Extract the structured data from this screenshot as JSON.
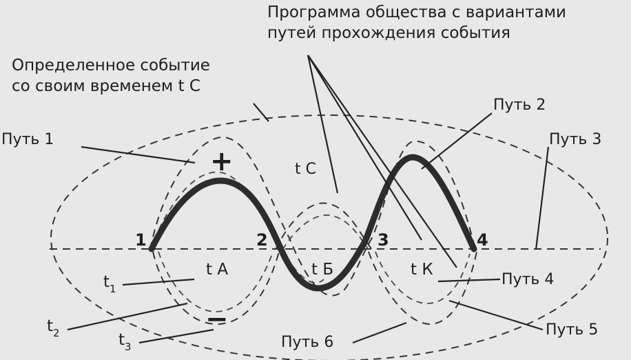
{
  "labels": {
    "program": [
      "Программа общества с вариантами",
      "путей прохождения события"
    ],
    "event": [
      "Определенное событие",
      "со своим временем t С"
    ],
    "path1": "Путь 1",
    "path2": "Путь 2",
    "path3": "Путь 3",
    "path4": "Путь 4",
    "path5": "Путь 5",
    "path6": "Путь 6",
    "tC": "t С",
    "tA": "t А",
    "tB": "t Б",
    "tK": "t К",
    "plus": "+",
    "minus": "−",
    "t1": "t",
    "t1sub": "1",
    "t2": "t",
    "t2sub": "2",
    "t3": "t",
    "t3sub": "3",
    "n1": "1",
    "n2": "2",
    "n3": "3",
    "n4": "4"
  }
}
